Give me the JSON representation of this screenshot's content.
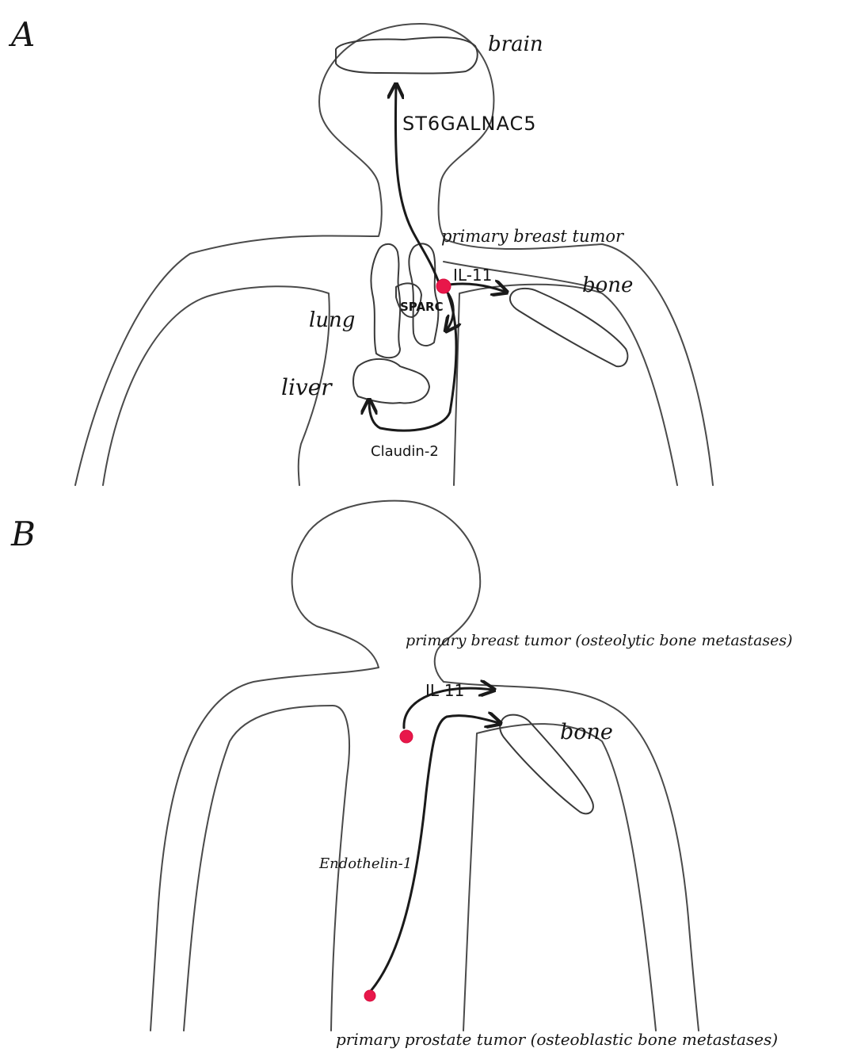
{
  "panels": [
    {
      "letter": "A",
      "labels": {
        "brain": "brain",
        "gene_brain": "ST6GALNAC5",
        "tumor": "primary breast tumor",
        "gene_bone": "IL-11",
        "bone": "bone",
        "gene_lung": "SPARC",
        "lung": "lung",
        "liver": "liver",
        "gene_liver": "Claudin-2"
      }
    },
    {
      "letter": "B",
      "labels": {
        "breast_tumor": "primary breast tumor (osteolytic bone metastases)",
        "gene_bone": "IL-11",
        "bone": "bone",
        "gene_prostate": "Endothelin-1",
        "prostate_tumor": "primary prostate tumor (osteoblastic bone metastases)"
      }
    }
  ],
  "colors": {
    "tumor": "#e8174a",
    "outline": "#4a4a4a",
    "ink": "#151515"
  }
}
